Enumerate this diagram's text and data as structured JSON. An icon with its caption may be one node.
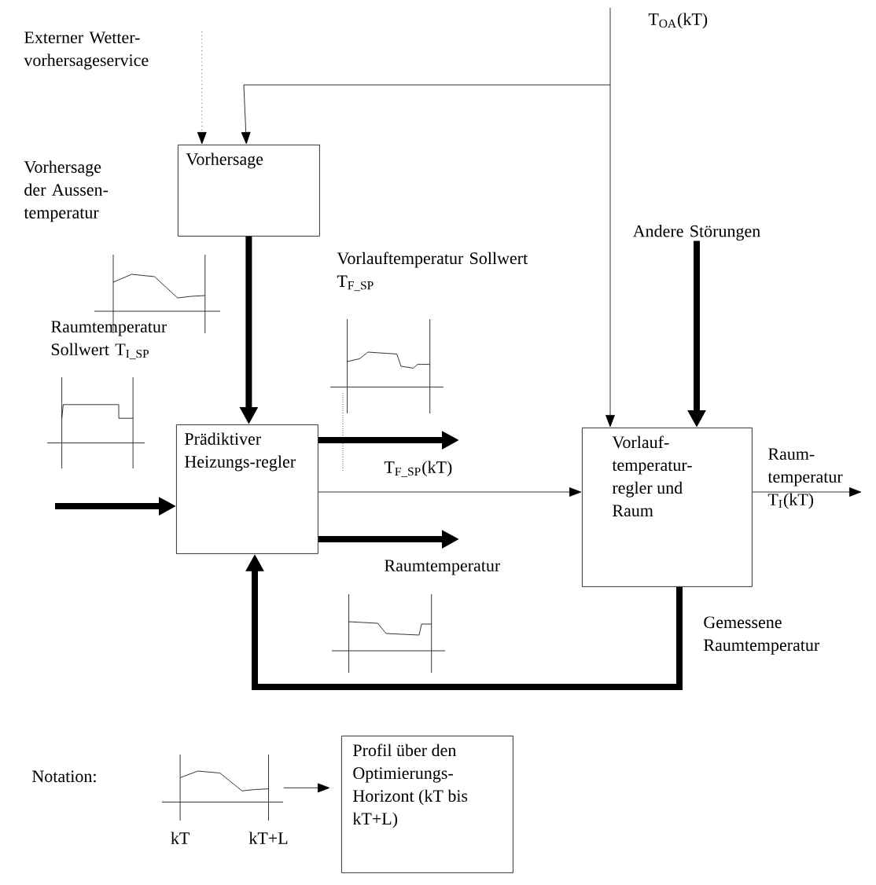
{
  "diagram": {
    "nodes": [
      {
        "text": [
          "Vorhersage"
        ]
      },
      {
        "text": [
          "Prädiktiver Heizungs-regler"
        ]
      },
      {
        "text": [
          "Vorlauf-temperatur-regler und Raum"
        ]
      },
      {
        "text": [
          "Profil über den Optimierungs-Horizont (kT bis kT+L)"
        ]
      },
      {
        "text": [
          "Externer Wetter-vorhersageservice"
        ]
      },
      {
        "text": [
          "Andere Störungen"
        ]
      },
      {
        "text": [],
        "shape": "picture",
        "beside": [
          "kT",
          "kT+L"
        ]
      }
    ],
    "edges": [
      {
        "from": 4,
        "to": 0,
        "arrow": "to",
        "style": "dashed"
      },
      {
        "from": null,
        "to": 0,
        "arrow": "to"
      },
      {
        "from": null,
        "to": 2,
        "arrow": "to",
        "label": "T$_{OA}$(kT)"
      },
      {
        "from": 5,
        "to": 2,
        "arrow": "to",
        "style": "thick"
      },
      {
        "from": 0,
        "to": 1,
        "arrow": "to",
        "style": "thick"
      },
      {
        "from": null,
        "to": 1,
        "arrow": "to",
        "style": "thick"
      },
      {
        "from": 1,
        "to": null,
        "arrow": "to",
        "style": "thick"
      },
      {
        "from": 1,
        "to": 2,
        "arrow": "to",
        "label": "T$_{F_SP}$(kT)"
      },
      {
        "from": 1,
        "to": null,
        "arrow": "to",
        "style": "thick",
        "label": "Raumtemperatur"
      },
      {
        "from": 2,
        "to": null,
        "arrow": "to",
        "label": "Raum-temperatur T$_{I}$(kT)"
      },
      {
        "from": 2,
        "to": 1,
        "arrow": "to",
        "style": "thick",
        "label": "Gemessene Raumtemperatur"
      },
      {
        "from": 6,
        "to": 3,
        "arrow": "to"
      }
    ],
    "labels": [
      "Vorhersage der Aussen-temperatur",
      "Vorlauftemperatur Sollwert T$_{F_SP}$",
      "Raumtemperatur Sollwert T$_{I_SP}$",
      "Notation:"
    ]
  }
}
